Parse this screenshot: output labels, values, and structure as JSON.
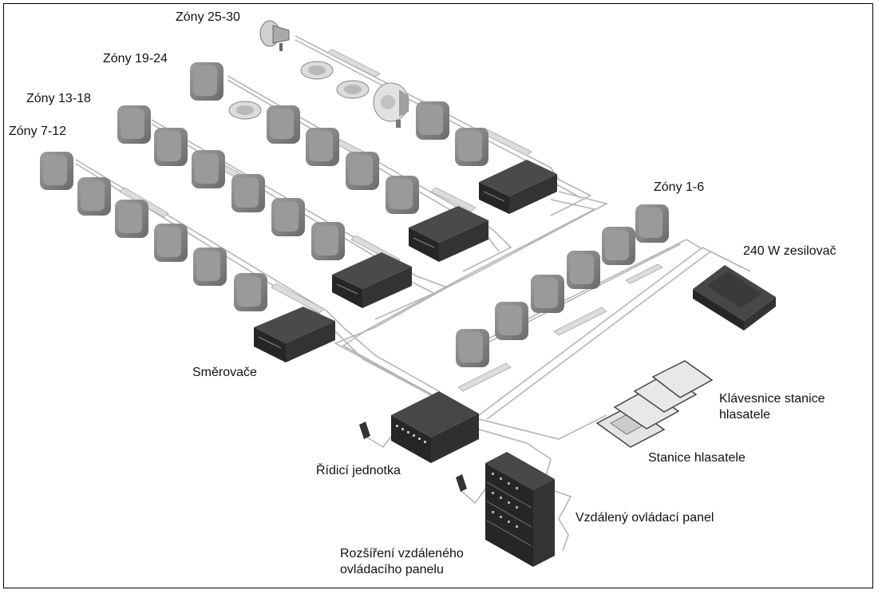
{
  "labels": {
    "zones_25_30": "Zóny 25-30",
    "zones_19_24": "Zóny 19-24",
    "zones_13_18": "Zóny 13-18",
    "zones_7_12": "Zóny 7-12",
    "zones_1_6": "Zóny 1-6",
    "amplifier": "240 W zesilovač",
    "routers": "Směrovače",
    "keypad_line1": "Klávesnice stanice",
    "keypad_line2": "hlasatele",
    "call_station": "Stanice hlasatele",
    "controller": "Řídicí jednotka",
    "remote_panel": "Vzdálený ovládací panel",
    "remote_ext_line1": "Rozšíření vzdáleného",
    "remote_ext_line2": "ovládacího panelu"
  },
  "colors": {
    "speaker": "#8a8a8a",
    "speaker_dark": "#5e5e5e",
    "device": "#2e2e2e",
    "device_top": "#474747",
    "cable": "#b5b5b5",
    "panel": "#e4e4e4"
  },
  "icons": [
    "horn-speaker-icon",
    "ceiling-speaker-icon",
    "projector-speaker-icon",
    "box-speaker-icon",
    "router-icon",
    "amplifier-icon",
    "controller-icon",
    "power-adapter-icon",
    "keypad-icon",
    "call-station-icon",
    "rack-panel-icon"
  ]
}
